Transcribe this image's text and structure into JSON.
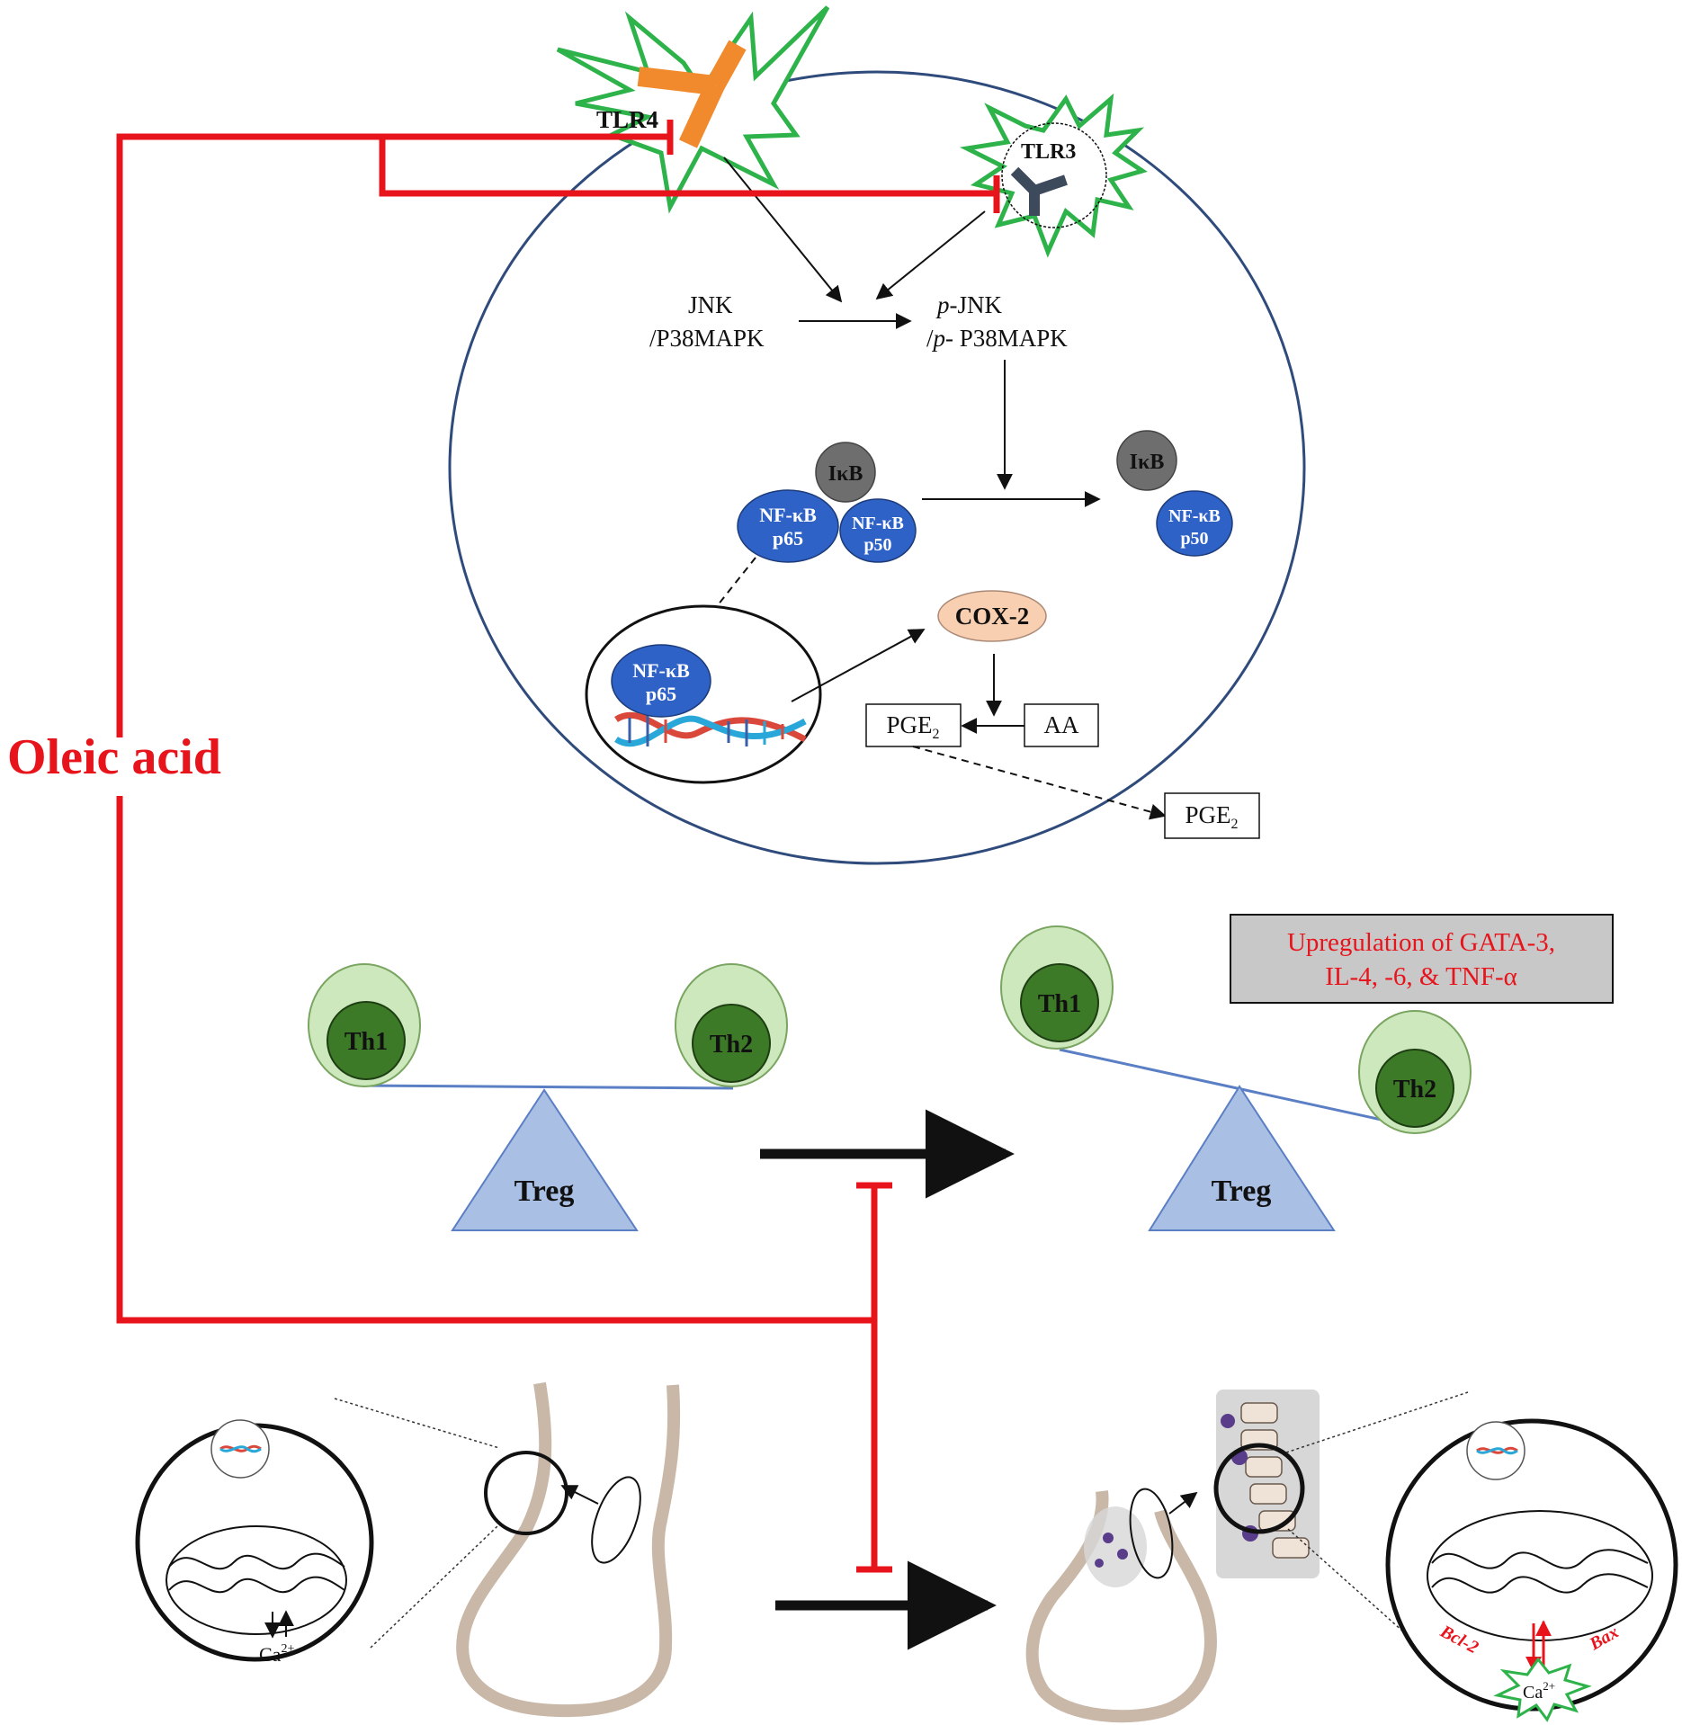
{
  "inhibitor": {
    "label": "Oleic acid",
    "color": "#e8141c"
  },
  "receptors": {
    "tlr4": "TLR4",
    "tlr3": "TLR3"
  },
  "signaling": {
    "jnk": "JNK",
    "p38": "/P38MAPK",
    "pjnk_prefix": "p",
    "pjnk_suffix": "-JNK",
    "pp38_prefix": "/",
    "pp38_p": "p",
    "pp38_suffix": "- P38MAPK",
    "ikb": "IκB",
    "nfkb": "NF-κB",
    "p65": "p65",
    "p50": "p50",
    "cox2": "COX-2",
    "pge": "PGE",
    "pge_sub": "2",
    "aa": "AA"
  },
  "balance": {
    "th1": "Th1",
    "th2": "Th2",
    "treg": "Treg",
    "upregulation_line1": "Upregulation of GATA-3,",
    "upregulation_line2": "IL-4, -6, & TNF-α"
  },
  "airway": {
    "calcium": "Ca",
    "calcium_sup": "2+",
    "bcl2": "Bcl-2",
    "bax": "Bax"
  },
  "colors": {
    "cell_outline": "#2f4b7c",
    "receptor_star": "#2db34a",
    "tlr4": "#f08a2c",
    "tlr3": "#3c4a5c",
    "nfkb": "#2f62c6",
    "ikb": "#6e6e6e",
    "cox2": "#f8cfb0",
    "th_outer": "#cde8bd",
    "th_inner": "#3d7a27",
    "treg": "#a9bfe3",
    "upregulation_box": "#c8c8c8",
    "upregulation_text": "#e8141c"
  }
}
